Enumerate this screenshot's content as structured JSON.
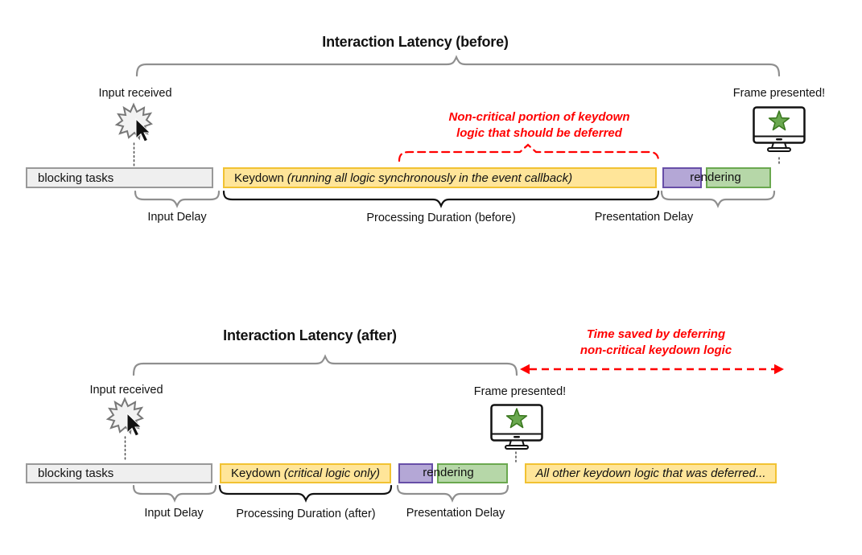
{
  "palette": {
    "task_yellow_fill": "#ffe599",
    "task_yellow_border": "#f1c232",
    "render_purple_fill": "#b4a7d6",
    "render_purple_border": "#674ea7",
    "render_green_fill": "#b6d7a8",
    "render_green_border": "#6aa84f",
    "blocking_gray_fill": "#efefef",
    "blocking_gray_border": "#999999",
    "annotation_red": "#ff0000",
    "star_green": "#6aa84f"
  },
  "before": {
    "title": "Interaction Latency (before)",
    "input_received_label": "Input received",
    "frame_presented_label": "Frame presented!",
    "annotation_line1": "Non-critical portion of keydown",
    "annotation_line2": "logic that should be deferred",
    "bars": {
      "blocking_label": "blocking tasks",
      "keydown_name": "Keydown",
      "keydown_detail": "(running all logic synchronously in the event callback)",
      "rendering_label": "rendering"
    },
    "segment_labels": {
      "input_delay": "Input Delay",
      "processing_duration": "Processing Duration (before)",
      "presentation_delay": "Presentation Delay"
    }
  },
  "after": {
    "title": "Interaction Latency (after)",
    "input_received_label": "Input received",
    "frame_presented_label": "Frame presented!",
    "annotation_line1": "Time saved by deferring",
    "annotation_line2": "non-critical keydown logic",
    "bars": {
      "blocking_label": "blocking tasks",
      "keydown_name": "Keydown",
      "keydown_detail": "(critical logic only)",
      "rendering_label": "rendering",
      "deferred_label": "All other keydown logic that was deferred..."
    },
    "segment_labels": {
      "input_delay": "Input Delay",
      "processing_duration": "Processing Duration (after)",
      "presentation_delay": "Presentation Delay"
    }
  }
}
